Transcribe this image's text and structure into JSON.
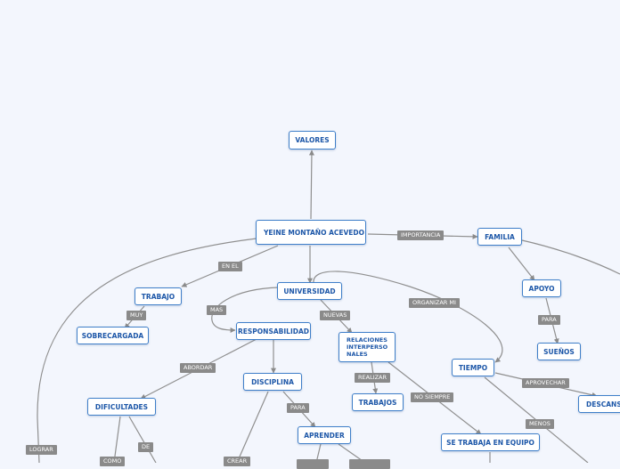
{
  "nodes": {
    "valores": "VALORES",
    "root": "YEINE MONTAÑO ACEVEDO",
    "familia": "FAMILIA",
    "universidad": "UNIVERSIDAD",
    "trabajo": "TRABAJO",
    "sobrecargada": "SOBRECARGADA",
    "responsabilidad": "RESPONSABILIDAD",
    "relaciones": "RELACIONES\nINTERPERSO\nNALES",
    "apoyo": "APOYO",
    "suenos": "SUEÑOS",
    "tiempo": "TIEMPO",
    "disciplina": "DISCIPLINA",
    "dificultades": "DIFICULTADES",
    "trabajos": "TRABAJOS",
    "aprender": "APRENDER",
    "equipo": "SE TRABAJA EN EQUIPO",
    "descanso": "DESCANSO"
  },
  "links": {
    "importancia": "IMPORTANCIA",
    "en_el": "EN EL",
    "muy": "MUY",
    "mas": "MAS",
    "nuevas": "NUEVAS",
    "organizar_mi": "ORGANIZAR MI",
    "para_suenos": "PARA",
    "abordar": "ABORDAR",
    "realizar": "REALIZAR",
    "aprovechar": "APROVECHAR",
    "no_siempre": "NO SIEMPRE",
    "para_aprender": "PARA",
    "menos": "MENOS",
    "de": "DE",
    "lograr": "LOGRAR",
    "como": "COMO",
    "crear": "CREAR"
  }
}
